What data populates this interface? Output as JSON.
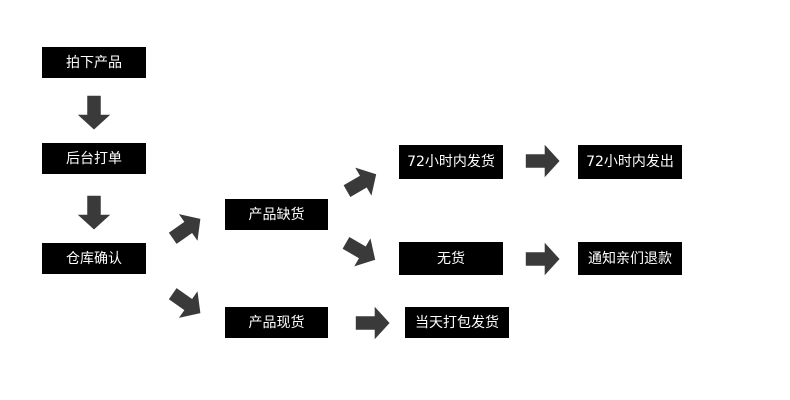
{
  "flow": {
    "nodes": {
      "order": "拍下产品",
      "print": "后台打单",
      "confirm": "仓库确认",
      "out_of_stock": "产品缺货",
      "in_stock": "产品现货",
      "ship_72h": "72小时内发货",
      "no_stock": "无货",
      "same_day_ship": "当天打包发货",
      "shipped_72h": "72小时内发出",
      "refund_notice": "通知亲们退款"
    },
    "colors": {
      "box": "#000000",
      "box_text": "#ffffff",
      "arrow": "#3a3a3a",
      "background": "#ffffff"
    }
  }
}
